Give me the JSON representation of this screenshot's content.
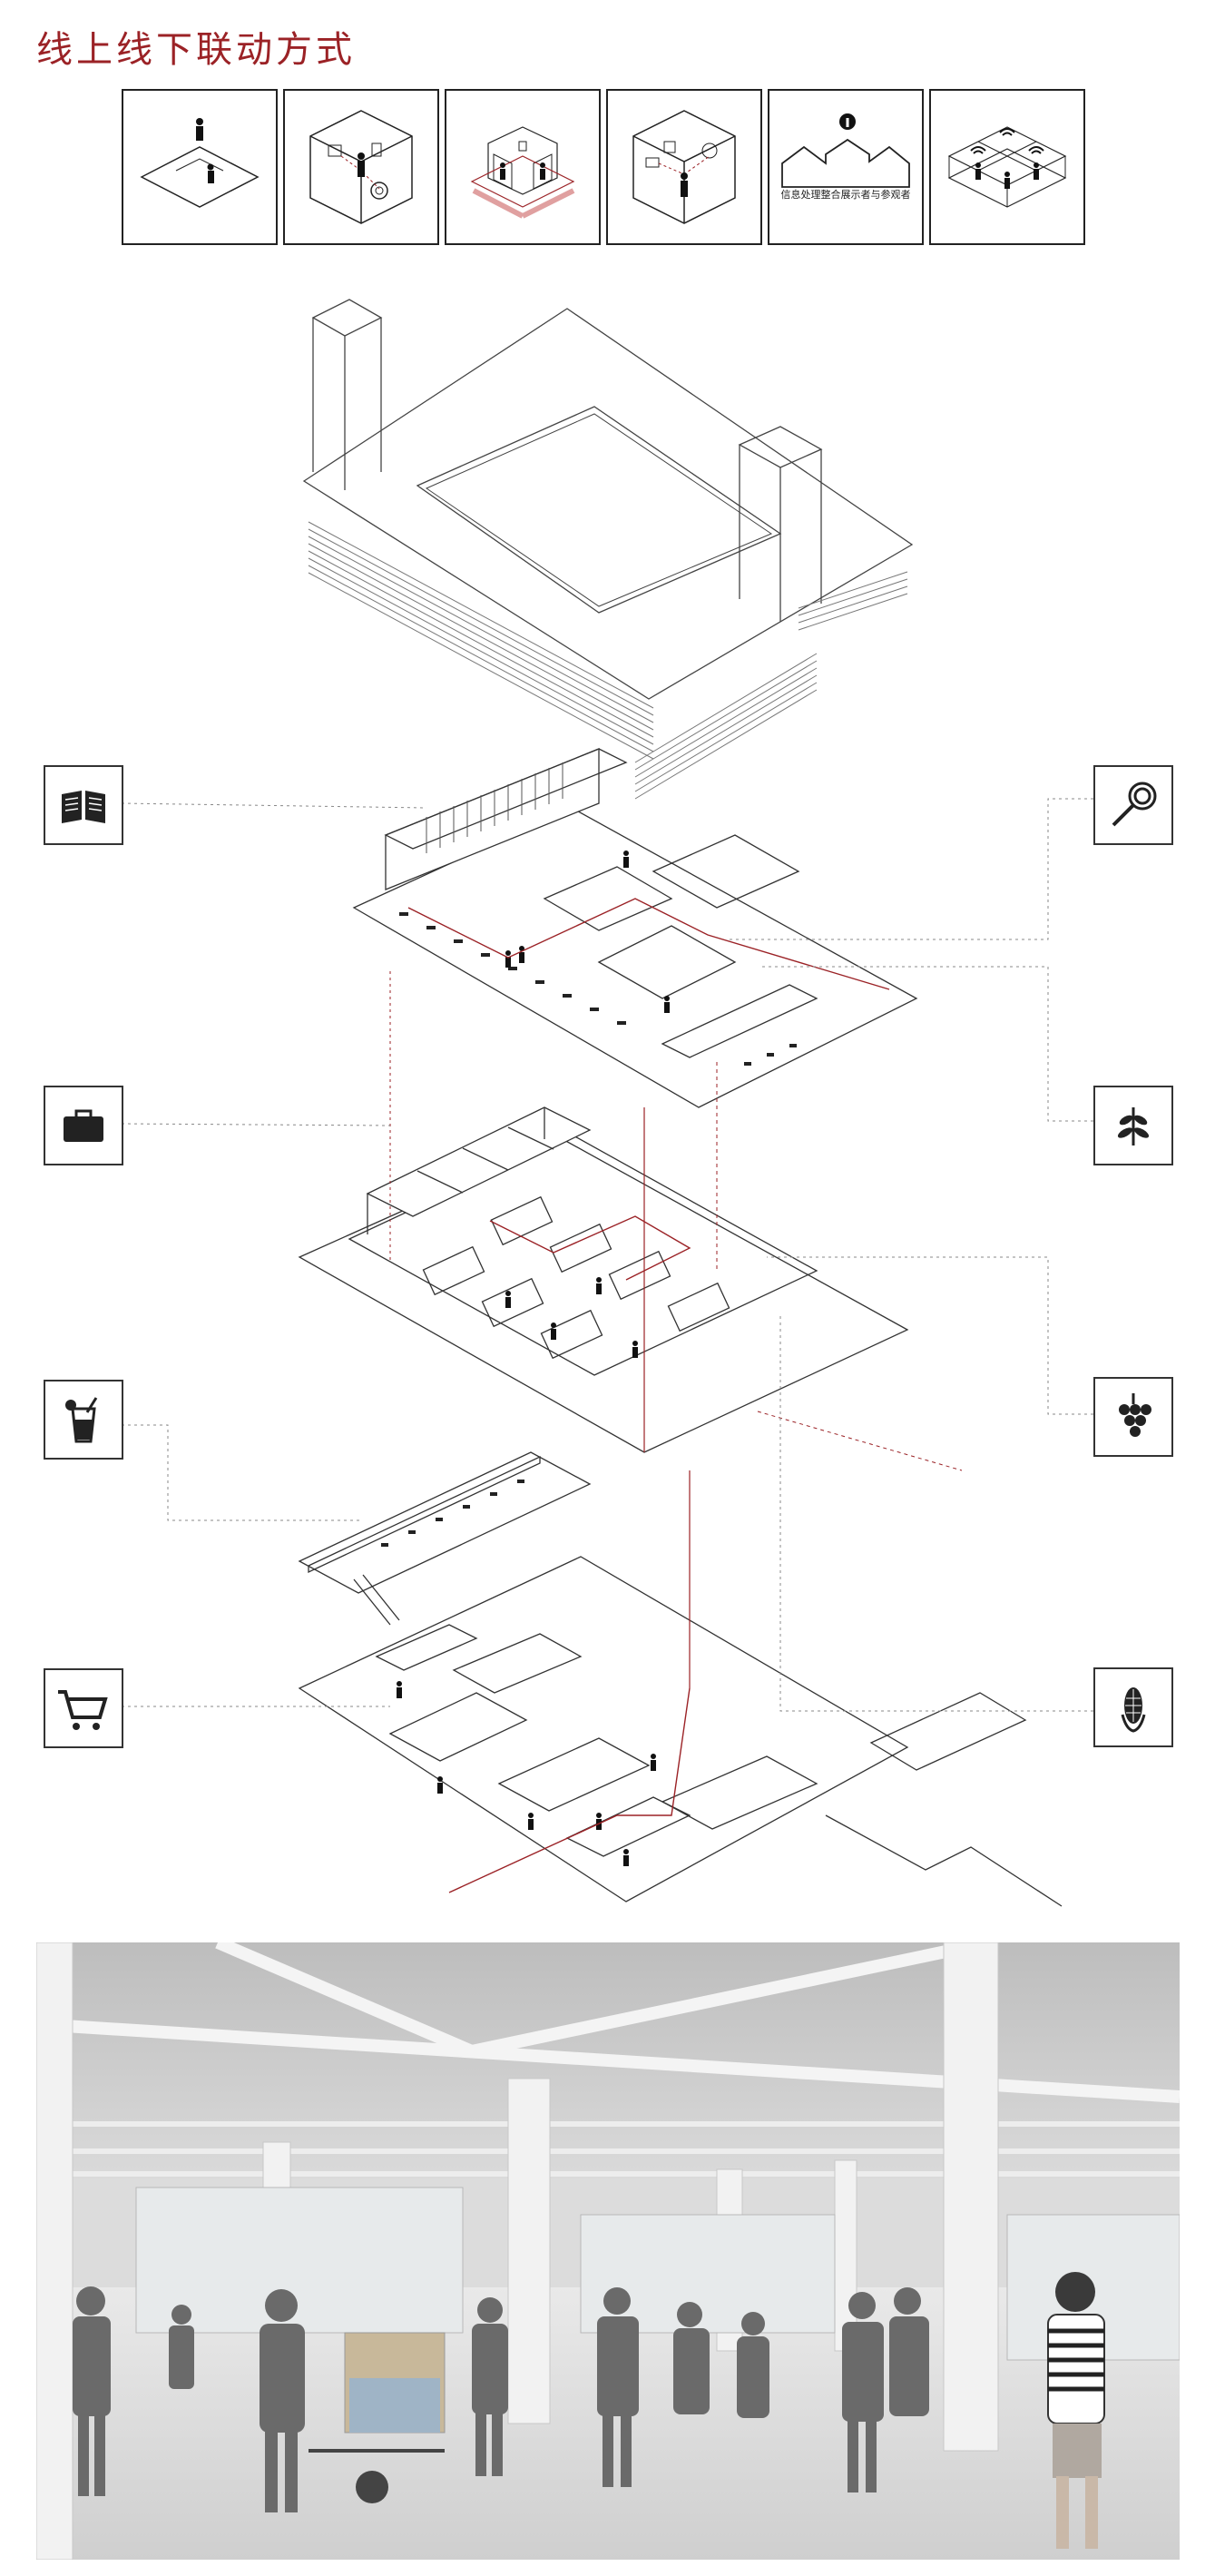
{
  "header": {
    "title": "线上线下联动方式"
  },
  "strip": {
    "panels": [
      {
        "name": "single-person-plane"
      },
      {
        "name": "personal-devices-room"
      },
      {
        "name": "shared-rooms-network"
      },
      {
        "name": "remote-interaction-room"
      },
      {
        "name": "info-processing-houses",
        "caption": "信息处理整合展示者与参观者"
      },
      {
        "name": "wifi-connected-rooms"
      }
    ]
  },
  "left_icons": [
    "book-icon",
    "briefcase-icon",
    "drink-icon",
    "shopping-cart-icon"
  ],
  "right_icons": [
    "lollipop-icon",
    "plant-icon",
    "grapes-icon",
    "corn-icon"
  ],
  "colors": {
    "accent": "#9b2226",
    "line": "#444444",
    "dotted": "#888888"
  }
}
